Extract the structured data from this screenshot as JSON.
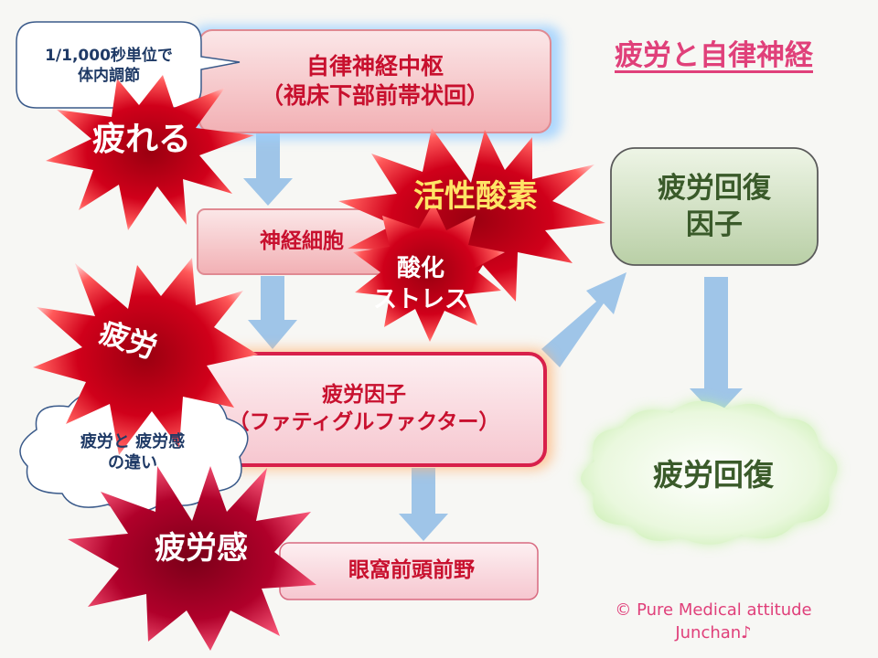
{
  "title": "疲労と自律神経",
  "nodes": {
    "center": {
      "line1": "自律神経中枢",
      "line2": "（視床下部前帯状回）"
    },
    "nerve_cells": "神経細胞",
    "fatigue_factor": {
      "line1": "疲労因子",
      "line2": "（ファティグルファクター）"
    },
    "ofc": "眼窩前頭前野",
    "recovery_factor": {
      "line1": "疲労回復",
      "line2": "因子"
    },
    "recovery": "疲労回復"
  },
  "bursts": {
    "tired": "疲れる",
    "ros": "活性酸素",
    "oxidative_stress": {
      "line1": "酸化",
      "line2": "ストレス"
    },
    "fatigue": "疲労",
    "fatigue_sense": "疲労感"
  },
  "callouts": {
    "speech": {
      "line1": "1/1,000秒単位で",
      "line2": "体内調節"
    },
    "cloud": {
      "line1": "疲労と 疲労感",
      "line2": "の違い"
    }
  },
  "credit": {
    "line1": "© Pure Medical attitude",
    "line2": "Junchan♪"
  },
  "colors": {
    "title": "#e0407a",
    "red_box_text": "#c8102e",
    "green_text": "#3a5a2a",
    "arrow": "#9fc5e8",
    "burst_red": "#c00018",
    "burst_yellow": "#ffe566"
  }
}
